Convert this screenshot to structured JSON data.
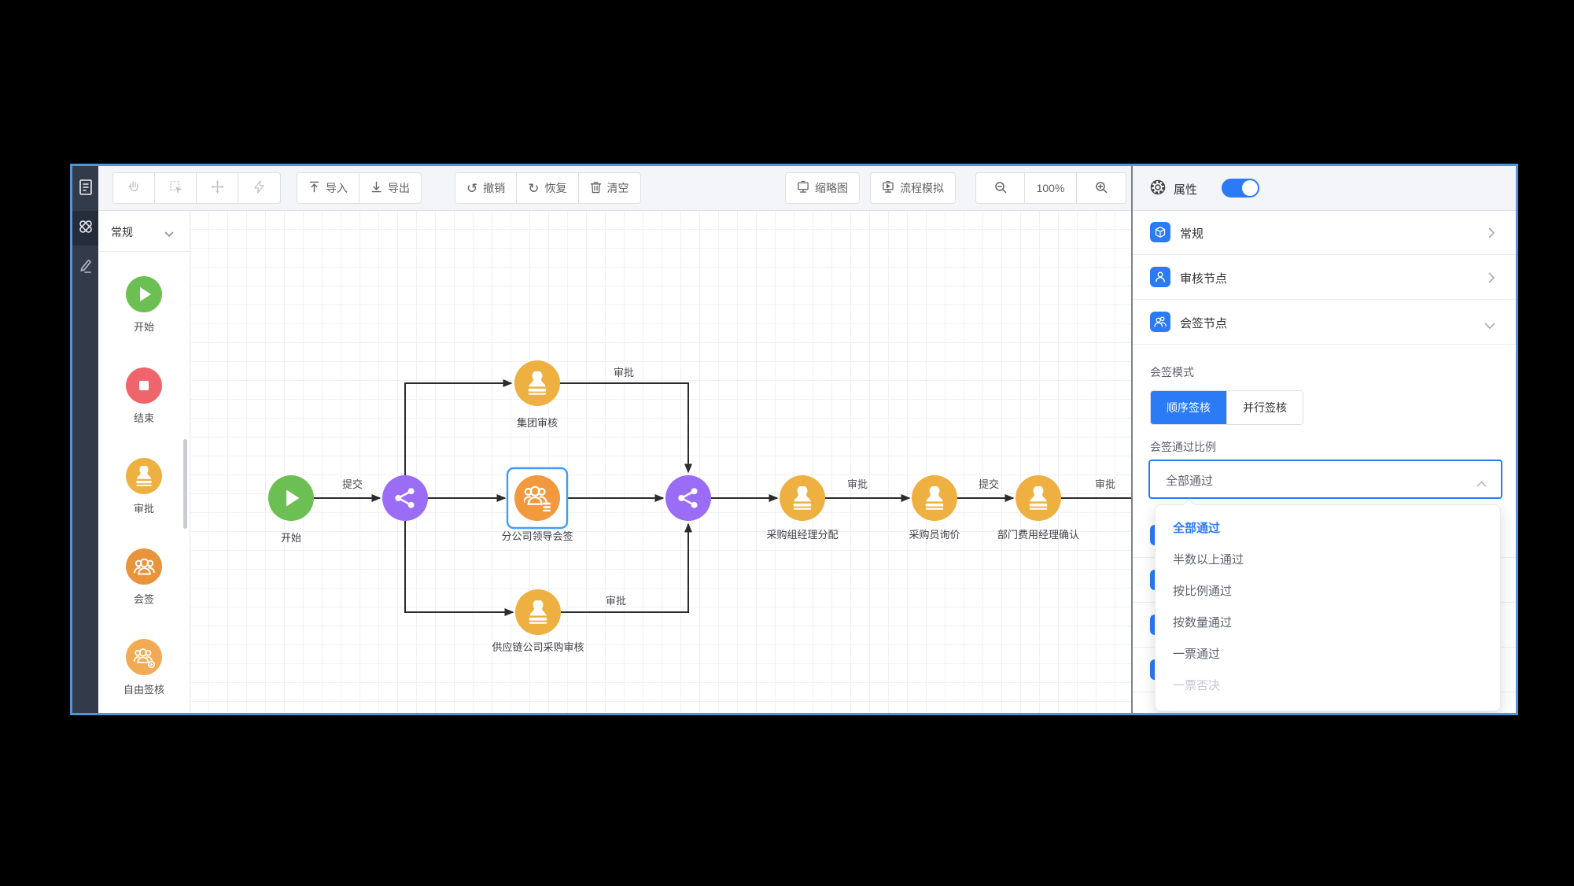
{
  "sidebar": {
    "icons": [
      {
        "name": "document-icon"
      },
      {
        "name": "workflow-icon",
        "selected": true
      },
      {
        "name": "pencil-icon"
      }
    ]
  },
  "toolbar": {
    "tools": [
      {
        "icon": "pan-hand-icon"
      },
      {
        "icon": "marquee-select-icon"
      },
      {
        "icon": "move-icon"
      },
      {
        "icon": "lightning-icon"
      }
    ],
    "import_label": "导入",
    "export_label": "导出",
    "undo_label": "撤销",
    "redo_label": "恢复",
    "clear_label": "清空",
    "undo_glyph": "↺",
    "redo_glyph": "↻",
    "minimap_label": "缩略图",
    "simulate_label": "流程模拟",
    "zoom_level": "100%"
  },
  "palette": {
    "group_label": "常规",
    "items": [
      {
        "label": "开始",
        "type": "start",
        "color": "#6cbf52"
      },
      {
        "label": "结束",
        "type": "end",
        "color": "#f0656b"
      },
      {
        "label": "审批",
        "type": "approve",
        "color": "#edb041"
      },
      {
        "label": "会签",
        "type": "countersign",
        "color": "#e8943d"
      },
      {
        "label": "自由签核",
        "type": "free-sign",
        "color": "#f2ab55"
      }
    ]
  },
  "canvas": {
    "nodes": [
      {
        "label": "开始"
      },
      {
        "label": "集团审核"
      },
      {
        "label": "分公司领导会签",
        "selected": true
      },
      {
        "label": "供应链公司采购审核"
      },
      {
        "label": "采购组经理分配"
      },
      {
        "label": "采购员询价"
      },
      {
        "label": "部门费用经理确认"
      }
    ],
    "edge_labels": {
      "submit1": "提交",
      "approve_top": "审批",
      "approve_bottom": "审批",
      "approve_mid": "审批",
      "submit2": "提交",
      "approve_right": "审批"
    }
  },
  "panel": {
    "title": "属性",
    "toggle_on": true,
    "sections": [
      {
        "label": "常规",
        "expanded": false
      },
      {
        "label": "审核节点",
        "expanded": false
      },
      {
        "label": "会签节点",
        "expanded": true
      }
    ],
    "sign_mode_label": "会签模式",
    "sign_mode_options": [
      {
        "label": "顺序签核",
        "active": true
      },
      {
        "label": "并行签核",
        "active": false
      }
    ],
    "pass_ratio_label": "会签通过比例",
    "pass_ratio_value": "全部通过",
    "dropdown_options": [
      {
        "label": "全部通过",
        "state": "selected"
      },
      {
        "label": "半数以上通过",
        "state": "normal"
      },
      {
        "label": "按比例通过",
        "state": "normal"
      },
      {
        "label": "按数量通过",
        "state": "normal"
      },
      {
        "label": "一票通过",
        "state": "normal"
      },
      {
        "label": "一票否决",
        "state": "disabled"
      }
    ]
  },
  "colors": {
    "accent": "#2b7bf6",
    "selection_border": "#3d9eff",
    "node_green": "#6cbf52",
    "node_red": "#f0656b",
    "node_yellow": "#edb041",
    "node_orange": "#f2993f",
    "node_purple": "#9b6cf5",
    "edge": "#2b2b2b",
    "window_border": "#4f97d9",
    "sidebar_bg": "#333b4a"
  }
}
